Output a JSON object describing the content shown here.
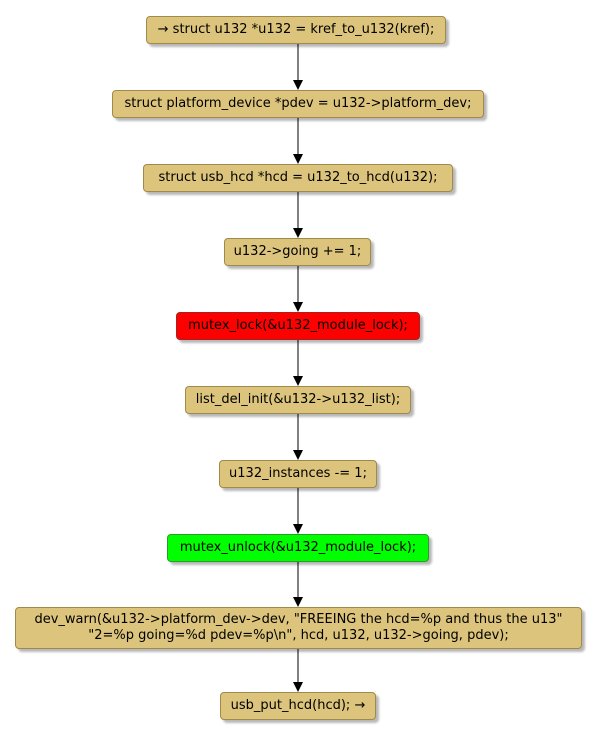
{
  "nodes": [
    {
      "text": "→ struct u132 *u132 = kref_to_u132(kref);",
      "fill": "#dcc47c"
    },
    {
      "text": "struct platform_device *pdev = u132->platform_dev;",
      "fill": "#dcc47c"
    },
    {
      "text": "struct usb_hcd *hcd = u132_to_hcd(u132);",
      "fill": "#dcc47c"
    },
    {
      "text": "u132->going += 1;",
      "fill": "#dcc47c"
    },
    {
      "text": "mutex_lock(&u132_module_lock);",
      "fill": "#ff0000"
    },
    {
      "text": "list_del_init(&u132->u132_list);",
      "fill": "#dcc47c"
    },
    {
      "text": "u132_instances -= 1;",
      "fill": "#dcc47c"
    },
    {
      "text": "mutex_unlock(&u132_module_lock);",
      "fill": "#00ff00"
    },
    {
      "text": "dev_warn(&u132->platform_dev->dev, \"FREEING the hcd=%p and thus the u13\"\n\"2=%p going=%d pdev=%p\\n\", hcd, u132, u132->going, pdev);",
      "fill": "#dcc47c"
    },
    {
      "text": "usb_put_hcd(hcd); →",
      "fill": "#dcc47c"
    }
  ]
}
